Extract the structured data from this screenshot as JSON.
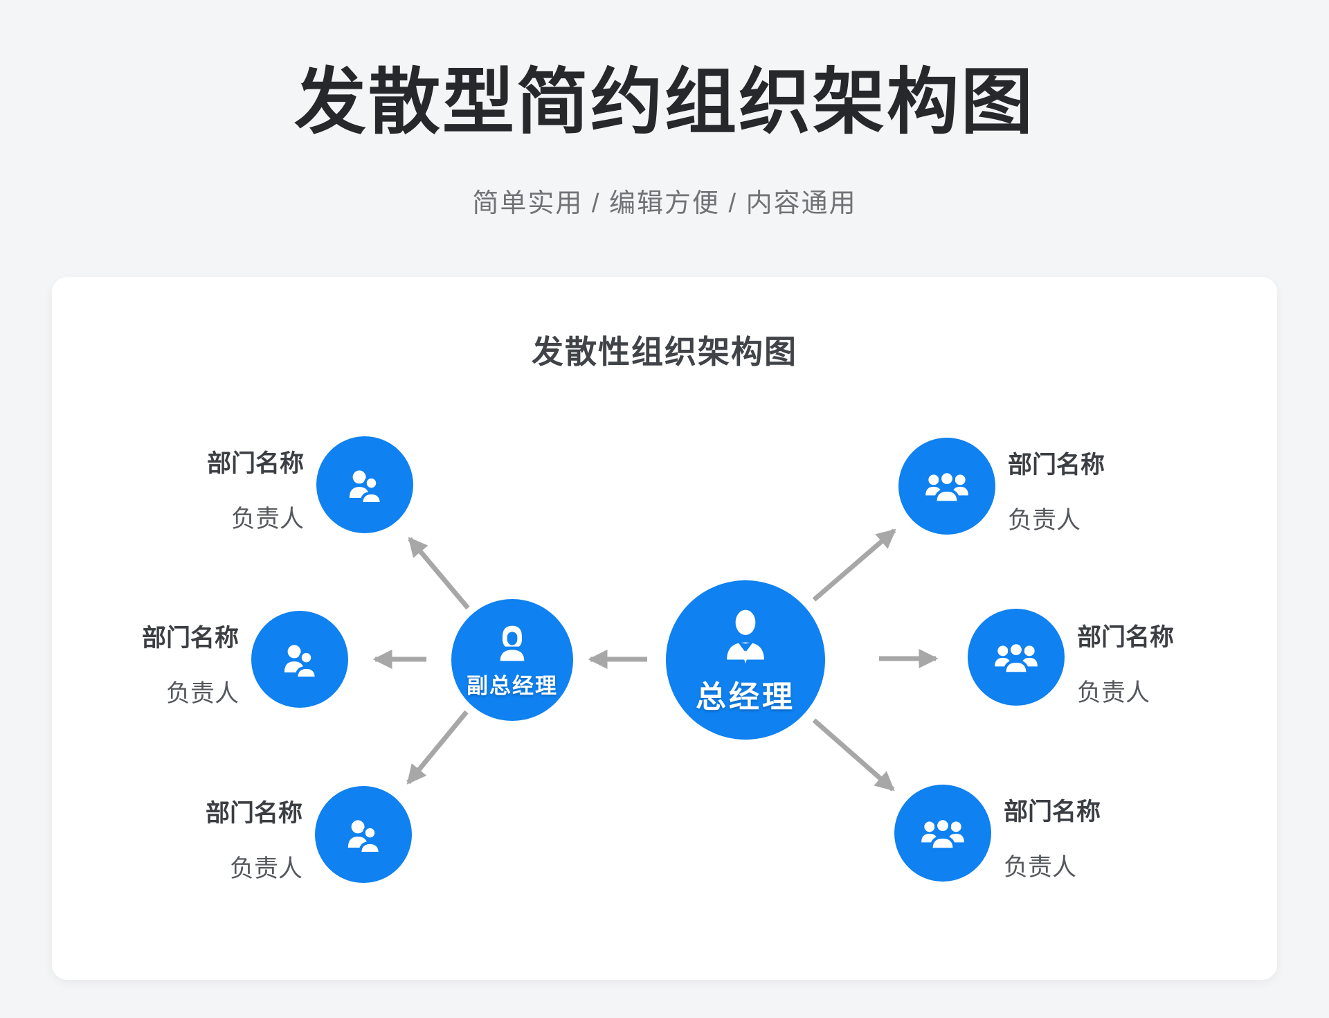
{
  "header": {
    "title": "发散型简约组织架构图",
    "subtitle": "简单实用 / 编辑方便 / 内容通用"
  },
  "diagram": {
    "title": "发散性组织架构图",
    "root": {
      "label": "总经理"
    },
    "deputy": {
      "label": "副总经理"
    },
    "departments": [
      {
        "position": "top-left",
        "name": "部门名称",
        "manager": "负责人"
      },
      {
        "position": "middle-left",
        "name": "部门名称",
        "manager": "负责人"
      },
      {
        "position": "bottom-left",
        "name": "部门名称",
        "manager": "负责人"
      },
      {
        "position": "top-right",
        "name": "部门名称",
        "manager": "负责人"
      },
      {
        "position": "middle-right",
        "name": "部门名称",
        "manager": "负责人"
      },
      {
        "position": "bottom-right",
        "name": "部门名称",
        "manager": "负责人"
      }
    ],
    "colors": {
      "node_blue": "#0f81f0",
      "arrow_gray": "#a7a7a7"
    }
  }
}
